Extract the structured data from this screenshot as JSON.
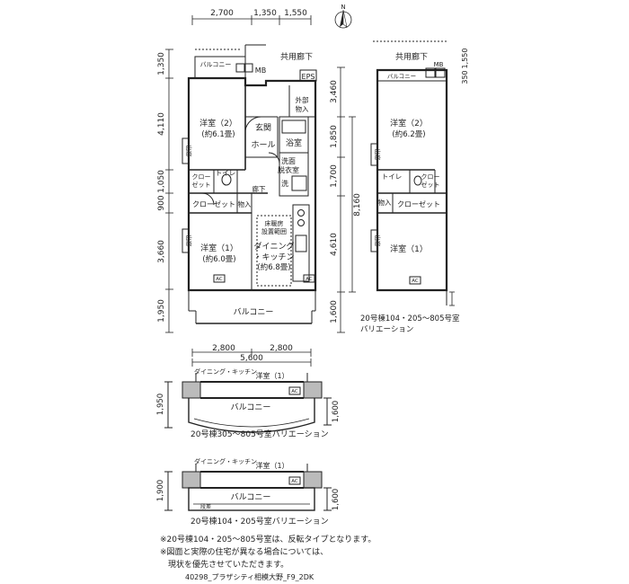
{
  "main_plan": {
    "dims_top": [
      "2,700",
      "1,350",
      "1,550"
    ],
    "dims_left": [
      "1,350",
      "4,110",
      "1,050",
      "900",
      "3,660",
      "1,950"
    ],
    "dims_right": [
      "3,460",
      "1,850",
      "1,700",
      "8,160",
      "4,610",
      "1,600"
    ],
    "dims_bottom_parts": [
      "2,800",
      "2,800"
    ],
    "dims_bottom_total": "5,600",
    "compass": "N",
    "corridor": "共用廊下",
    "balcony_top": "バルコニー",
    "mb": "MB",
    "eps": "EPS",
    "outdoor_storage": [
      "外部",
      "物入"
    ],
    "room2": {
      "name": "洋室（2）",
      "size": "(約6.1畳)"
    },
    "entrance": "玄関",
    "hall": "ホール",
    "bath": "浴室",
    "washroom": [
      "洗面",
      "脱衣室"
    ],
    "washer": "洗",
    "window_label": "出窓",
    "closet_small": [
      "クロー",
      "ゼット"
    ],
    "toilet": "トイレ",
    "corridor_inner": "廊下",
    "storage": "物入",
    "closet": "クローゼット",
    "floor_heating": [
      "床暖房",
      "設置範囲"
    ],
    "room1": {
      "name": "洋室（1）",
      "size": "(約6.0畳)"
    },
    "dining": {
      "line1": "ダイニング",
      "line2": "・キッチン",
      "size": "(約6.8畳)"
    },
    "ac": "AC",
    "balcony": "バルコニー"
  },
  "variation_104": {
    "corridor": "共用廊下",
    "mb": "MB",
    "balcony_top": "バルコニー",
    "dims": [
      "350",
      "1,550"
    ],
    "room2": {
      "name": "洋室（2）",
      "size": "(約6.2畳)"
    },
    "toilet": "トイレ",
    "closet_small": [
      "クロー",
      "ゼット"
    ],
    "storage": "物入",
    "closet": "クローゼット",
    "room1": "洋室（1）",
    "ac": "AC",
    "caption": [
      "20号棟104・205～805号室",
      "バリエーション"
    ]
  },
  "variation_305": {
    "dining": "ダイニング・キッチン",
    "room1": "洋室（1）",
    "ac": "AC",
    "balcony": "バルコニー",
    "dims": [
      "1,950",
      "1,600"
    ],
    "caption": "20号棟305～805号室バリエーション"
  },
  "variation_205": {
    "dining": "ダイニング・キッチン",
    "room1": "洋室（1）",
    "ac": "AC",
    "balcony": "バルコニー",
    "step": "段差",
    "dims": [
      "1,900",
      "1,600"
    ],
    "caption": "20号棟104・205号室バリエーション"
  },
  "notes": [
    "※20号棟104・205～805号室は、反転タイプとなります。",
    "※図面と実際の住宅が異なる場合については、",
    "　現状を優先させていただきます。"
  ],
  "footer": "40298_プラザシティ相模大野_F9_2DK"
}
